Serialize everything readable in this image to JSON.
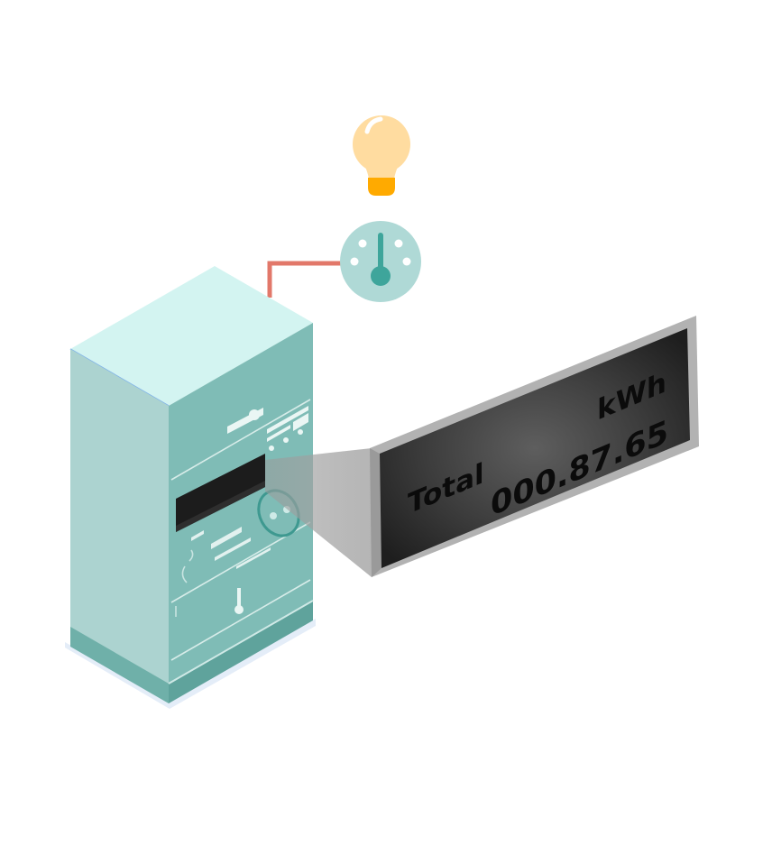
{
  "display": {
    "label_total": "Total",
    "reading": "000.87.65",
    "unit": "kWh"
  },
  "colors": {
    "meter_top": "#d3f4f1",
    "meter_left": "#acd3d0",
    "meter_right": "#7fbcb6",
    "meter_base": "#6fb0a9",
    "gauge_face": "#afd9d6",
    "gauge_needle": "#3ea59b",
    "wire": "#e2786a",
    "bulb_glass": "#ffdca0",
    "bulb_base": "#ffaa00",
    "screen_frame": "#b2b2b2",
    "screen_bezel": "#9a9a9a",
    "screen_glass": "#3c3c3c",
    "meter_window": "#1c1c1c"
  },
  "icons": {
    "bulb": "light-bulb-icon",
    "gauge": "gauge-icon",
    "meter": "electricity-meter-icon"
  }
}
